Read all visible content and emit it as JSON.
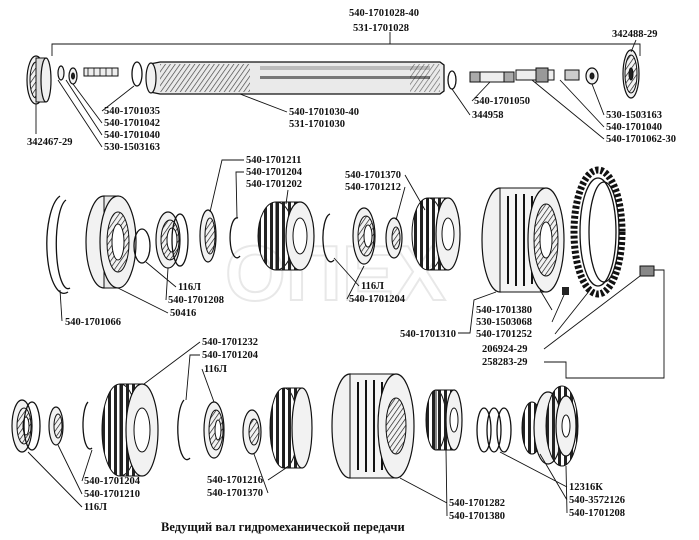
{
  "watermark": "ОПЕХ",
  "caption": "Ведущий вал гидромеханической передачи",
  "labels": {
    "top_group_a": "540-1701028-40",
    "top_group_b": "531-1701028",
    "p342467": "342467-29",
    "p342488": "342488-29",
    "p1701035": "540-1701035",
    "p1701042": "540-1701042",
    "p1701040a": "540-1701040",
    "p1503163a": "530-1503163",
    "p1701030a": "540-1701030-40",
    "p1701030b": "531-1701030",
    "p1701050": "540-1701050",
    "p344958": "344958",
    "p1503163b": "530-1503163",
    "p1701040b": "540-1701040",
    "p1701062": "540-1701062-30",
    "p1701211": "540-1701211",
    "p1701204a": "540-1701204",
    "p1701202": "540-1701202",
    "p1701370a": "540-1701370",
    "p1701212": "540-1701212",
    "p116a": "116Л",
    "p1701208a": "540-1701208",
    "p50416": "50416",
    "p116b": "116Л",
    "p1701204b": "540-1701204",
    "p1701066": "540-1701066",
    "p1701380a": "540-1701380",
    "p1503068": "530-1503068",
    "p1701252": "540-1701252",
    "p1701310": "540-1701310",
    "p206924": "206924-29",
    "p258283": "258283-29",
    "p1701232": "540-1701232",
    "p1701204c": "540-1701204",
    "p116c": "116Л",
    "p1701204d": "540-1701204",
    "p1701210": "540-1701210",
    "p116d": "116Л",
    "p1701216": "540-1701216",
    "p1701370b": "540-1701370",
    "p1701282": "540-1701282",
    "p1701380b": "540-1701380",
    "p12316": "12316К",
    "p3572126": "540-3572126",
    "p1701208b": "540-1701208"
  }
}
